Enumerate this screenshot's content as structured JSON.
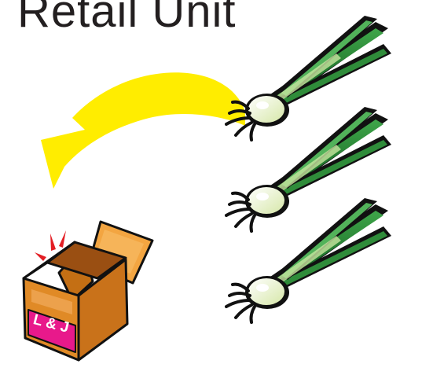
{
  "title": "Retail Unit",
  "box": {
    "label": "L & J",
    "label_color": "#e8198b",
    "cardboard_color": "#e08a26"
  },
  "arrow": {
    "color": "#ffed00"
  },
  "vegetable": {
    "name": "green onion",
    "count": 3,
    "leaf_color": "#1e7b2a",
    "bulb_color": "#f3f8d8"
  },
  "accent_color": "#e31e24"
}
